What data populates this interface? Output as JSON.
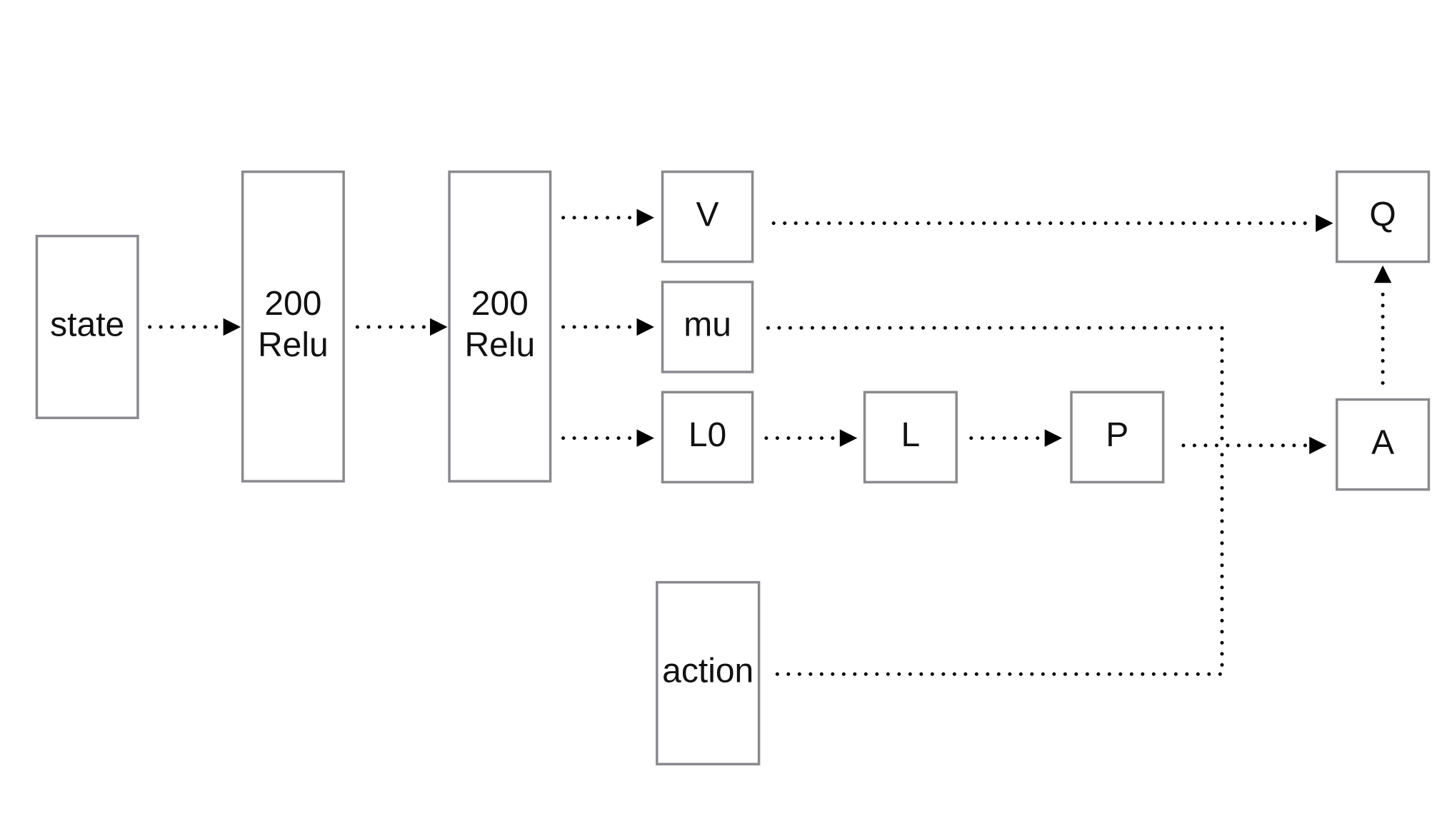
{
  "nodes": [
    {
      "id": "state",
      "lines": [
        "state"
      ]
    },
    {
      "id": "relu1",
      "lines": [
        "200",
        "Relu"
      ]
    },
    {
      "id": "relu2",
      "lines": [
        "200",
        "Relu"
      ]
    },
    {
      "id": "v",
      "lines": [
        "V"
      ]
    },
    {
      "id": "mu",
      "lines": [
        "mu"
      ]
    },
    {
      "id": "l0",
      "lines": [
        "L0"
      ]
    },
    {
      "id": "l",
      "lines": [
        "L"
      ]
    },
    {
      "id": "p",
      "lines": [
        "P"
      ]
    },
    {
      "id": "a",
      "lines": [
        "A"
      ]
    },
    {
      "id": "q",
      "lines": [
        "Q"
      ]
    },
    {
      "id": "action",
      "lines": [
        "action"
      ]
    }
  ],
  "edges": [
    {
      "from": "state",
      "to": "relu1"
    },
    {
      "from": "relu1",
      "to": "relu2"
    },
    {
      "from": "relu2",
      "to": "v"
    },
    {
      "from": "relu2",
      "to": "mu"
    },
    {
      "from": "relu2",
      "to": "l0"
    },
    {
      "from": "l0",
      "to": "l"
    },
    {
      "from": "l",
      "to": "p"
    },
    {
      "from": "p",
      "to": "a"
    },
    {
      "from": "v",
      "to": "q"
    },
    {
      "from": "a",
      "to": "q"
    },
    {
      "from": "mu",
      "to": "junction"
    },
    {
      "from": "action",
      "to": "junction"
    }
  ],
  "colors": {
    "box_stroke": "#8a8a8e",
    "arrow": "#000000",
    "text": "#111111",
    "background": "#ffffff"
  }
}
